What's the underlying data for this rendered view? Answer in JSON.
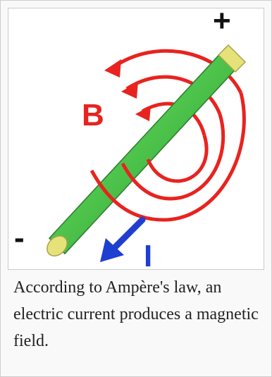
{
  "figure": {
    "labels": {
      "field": "B",
      "current": "I",
      "positive_terminal": "+",
      "negative_terminal": "-"
    },
    "caption": "According to Ampère's law, an electric current produces a magnetic field."
  },
  "colors": {
    "field_lines": "#e8231f",
    "current_arrow": "#1f3fd0",
    "wire": "#4cc24a",
    "wire_ends": "#e6e27a"
  }
}
